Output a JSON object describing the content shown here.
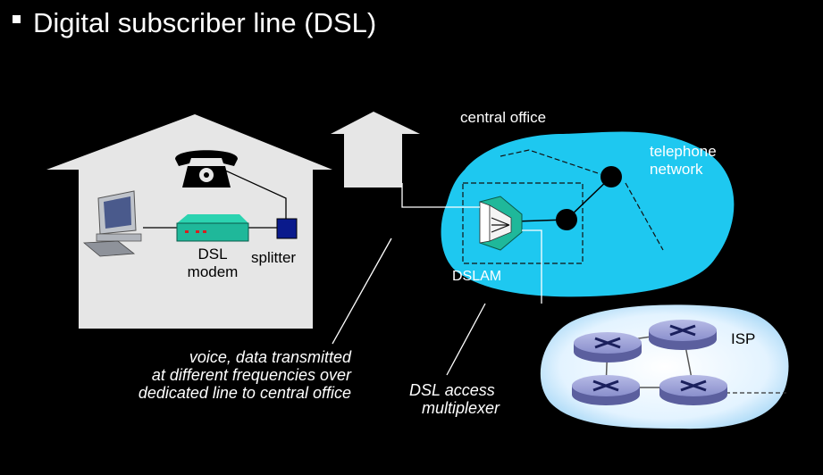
{
  "title": "Digital subscriber line (DSL)",
  "labels": {
    "central_office": "central office",
    "telephone_network_line1": "telephone",
    "telephone_network_line2": "network",
    "dsl_modem_line1": "DSL",
    "dsl_modem_line2": "modem",
    "splitter": "splitter",
    "dslam": "DSLAM",
    "isp": "ISP",
    "voice_data_line1": "voice, data transmitted",
    "voice_data_line2": "at different frequencies over",
    "voice_data_line3": "dedicated line to central office",
    "dsl_access_line1": "DSL access",
    "dsl_access_line2": "multiplexer"
  },
  "colors": {
    "background": "#000000",
    "house": "#e6e6e6",
    "cloud_telephone": "#1ec8f0",
    "modem": "#1fb89a",
    "splitter": "#0a1a8c",
    "isp_cloud": "#dff3ff",
    "router": "#8d90c8"
  },
  "icons": [
    "telephone-icon",
    "computer-icon",
    "router-icon",
    "dslam-icon"
  ]
}
